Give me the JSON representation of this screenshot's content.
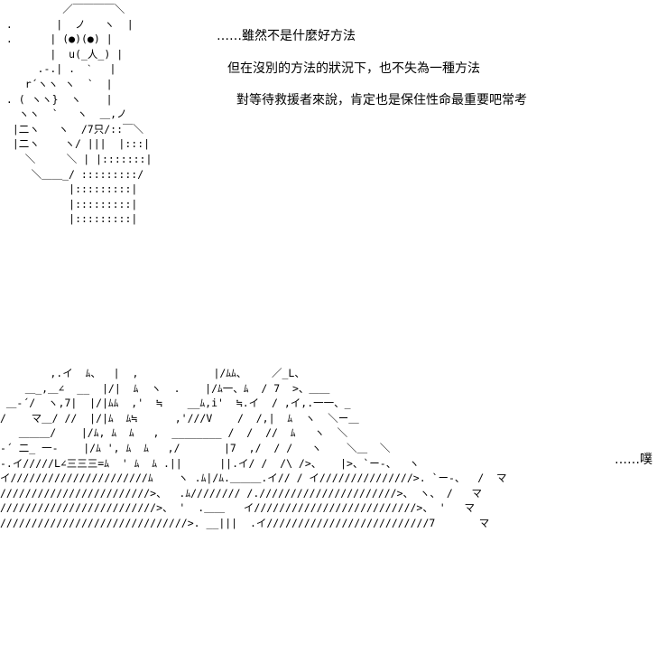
{
  "dialogue": {
    "line1": "……雖然不是什麼好方法",
    "line2": "但在沒別的方法的狀況下，也不失為一種方法",
    "line3": "對等待救援者來說，肯定也是保住性命最重要吧常考"
  },
  "sound_effect": "……噗",
  "ascii_art": {
    "figure": "          ／￣￣￣￣＼\n .       |  ノ   ヽ  |\n .      | (●)(●) |\n        |  u(_人_) |\n      .-.| .  ˋ   |\n    r´ヽヽ ヽ  `  |\n . ( ヽヽ}  ヽ    |\n   ヽヽ  `   ヽ  ＿,ノ\n  |二ヽ   ヽ  /7只/::￣＼\n  |二ヽ    ヽ/ |||  |:::|\n    ＼     ＼ | |:::::::|\n     ＼＿＿_/ :::::::::/\n           |:::::::::|\n           |:::::::::|\n           |:::::::::|",
    "scene": "        ,.イ  ﾑ、  |  ,            |/ﾑﾑ、    ／_L、\n    ＿_,＿∠  __  |/|  ﾑ  ヽ  .    |/ﾑ一、ﾑ  / 7  >、＿＿\n ＿-´/  ヽ,7|  |/|ﾑﾑ  ,'  ≒    __ﾑ,i'  ≒.イ  / ,イ,.一一、_\n/    マ＿/ //  |/|ﾑ  ﾑ≒      ,'///V    /  /,|  ﾑ  ヽ  ＼ー＿\n   ＿＿＿/    |/ﾑ, ﾑ  ﾑ   ,  ________ /  /  //  ﾑ   ヽ  ＼\n-´ 二_ 一-    |/ﾑ ', ﾑ  ﾑ   ,/       |7  ,/  / /   ヽ    ＼＿  ＼\n-.イ/////L∠三三三=ﾑ  ' ﾑ  ﾑ .||      ||.イ/ /  /\\ />、   |>、`ー-、  ヽ\nイ//////////////////////ﾑ    ヽ .ﾑ|/ﾑ.＿＿＿.イ// / イ///////////////>. `ー-、  /  マ\n////////////////////////>、  .ﾑ//////// /.//////////////////////>、 ヽ、 /   マ\n/////////////////////////>、 '  .＿＿   イ//////////////////////////>、 '   マ\n//////////////////////////////>. __|||  .イ//////////////////////////7       マ"
  }
}
